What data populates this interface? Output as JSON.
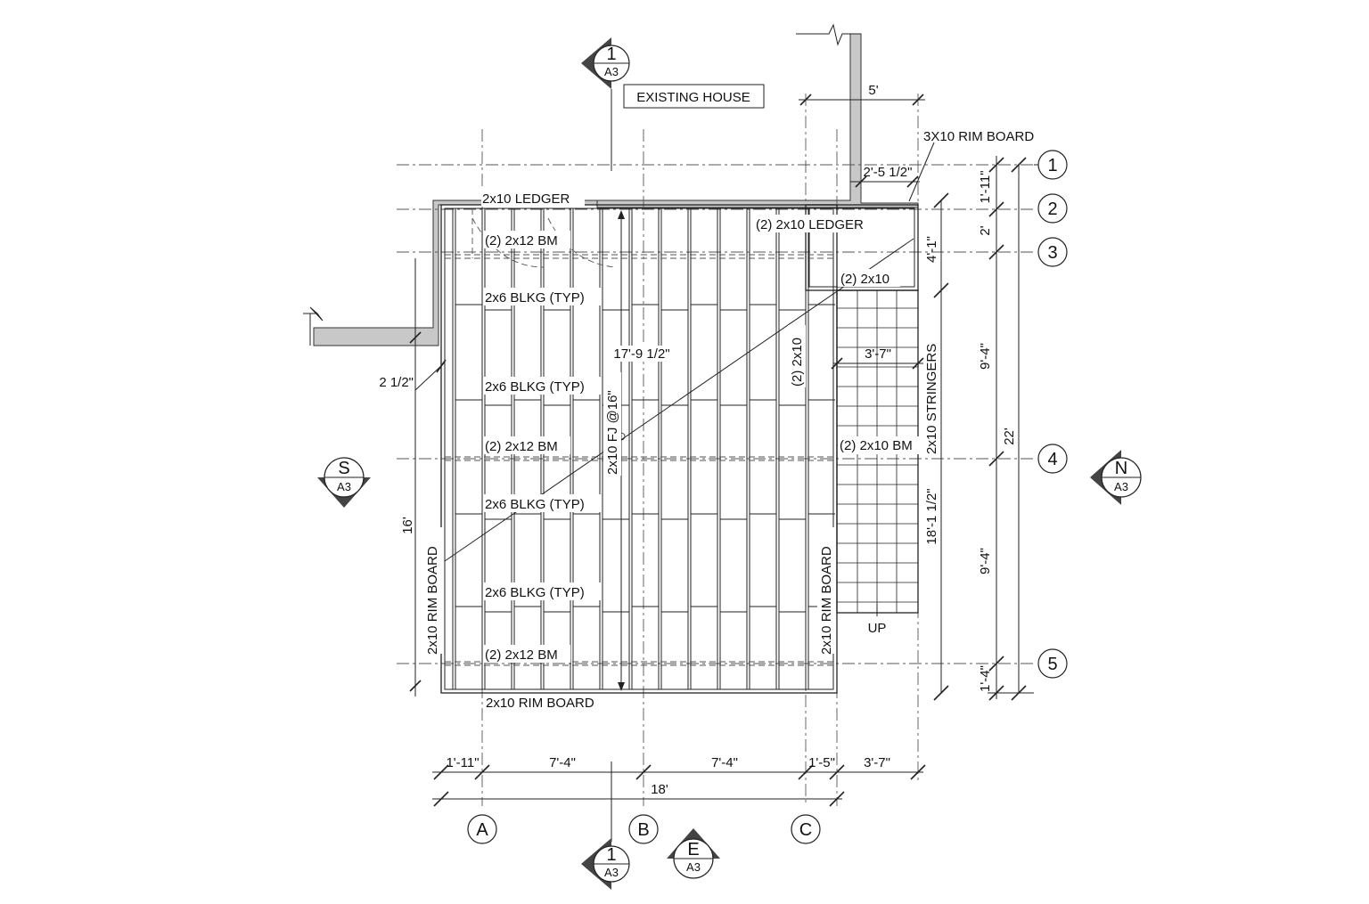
{
  "title_box": {
    "text": "EXISTING HOUSE"
  },
  "framing_labels": {
    "ledger": "2x10 LEDGER",
    "ledger_2": "(2) 2x10 LEDGER",
    "beam_top": "(2) 2x12 BM",
    "blkg_1": "2x6 BLKG (TYP)",
    "blkg_2": "2x6 BLKG (TYP)",
    "beam_mid": "(2) 2x12 BM",
    "blkg_3": "2x6 BLKG (TYP)",
    "blkg_4": "2x6 BLKG (TYP)",
    "beam_bot": "(2) 2x12 BM",
    "rim_bottom": "2x10 RIM BOARD",
    "rim_left": "2x10 RIM BOARD",
    "rim_right": "2x10 RIM BOARD",
    "joists": "2x10 FJ @16\"",
    "double_2x10_v": "(2) 2x10",
    "double_2x10_h": "(2) 2x10",
    "stair_beam": "(2) 2x10 BM",
    "stringers": "2x10 STRINGERS",
    "rim_3x10": "3X10 RIM BOARD",
    "up": "UP"
  },
  "dimensions": {
    "top_5ft": "5'",
    "d_2_5_half": "2'-5 1/2\"",
    "joist_span": "17'-9 1/2\"",
    "stair_width": "3'-7\"",
    "offset_2_half": "2 1/2\"",
    "left_16": "16'",
    "r_1_11": "1'-11\"",
    "r_2": "2'",
    "r_4_1": "4'-1\"",
    "r_9_4_a": "9'-4\"",
    "r_9_4_b": "9'-4\"",
    "r_1_4": "1'-4\"",
    "r_22": "22'",
    "r_18_1_half": "18'-1 1/2\"",
    "b_1_11": "1'-11\"",
    "b_7_4_a": "7'-4\"",
    "b_7_4_b": "7'-4\"",
    "b_1_5": "1'-5\"",
    "b_3_7": "3'-7\"",
    "b_18": "18'"
  },
  "gridlines": {
    "rows": [
      "1",
      "2",
      "3",
      "4",
      "5"
    ],
    "cols": [
      "A",
      "B",
      "C"
    ]
  },
  "section_markers": [
    {
      "id": "1",
      "sheet": "A3"
    },
    {
      "id": "S",
      "sheet": "A3"
    },
    {
      "id": "N",
      "sheet": "A3"
    },
    {
      "id": "1",
      "sheet": "A3"
    },
    {
      "id": "E",
      "sheet": "A3"
    }
  ]
}
